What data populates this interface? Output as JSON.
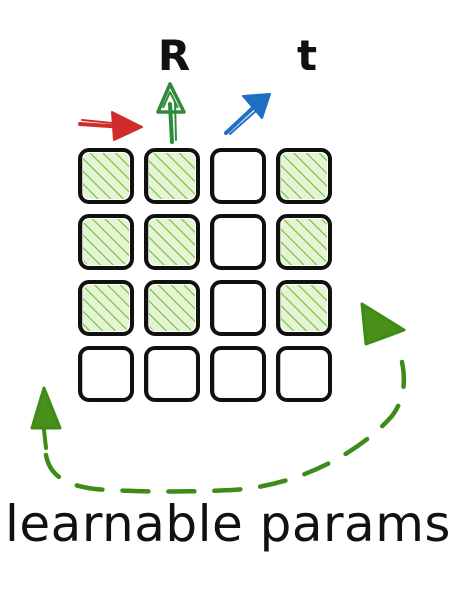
{
  "labels": {
    "rotation": "R",
    "translation": "t",
    "caption": "learnable params"
  },
  "grid": {
    "rows": 4,
    "cols": 4,
    "learnable": [
      [
        true,
        true,
        false,
        true
      ],
      [
        true,
        true,
        false,
        true
      ],
      [
        true,
        true,
        false,
        true
      ],
      [
        false,
        false,
        false,
        false
      ]
    ]
  },
  "arrows": {
    "red": {
      "direction": "right",
      "color": "#d12c2c"
    },
    "green": {
      "direction": "up",
      "color": "#2e8b3a"
    },
    "blue": {
      "direction": "up-right",
      "color": "#1f6fc4"
    }
  },
  "colors": {
    "stroke": "#111111",
    "hatch": "#6cbf2a",
    "hatch_fill": "#e6f4d6",
    "curve": "#3d8c17"
  }
}
